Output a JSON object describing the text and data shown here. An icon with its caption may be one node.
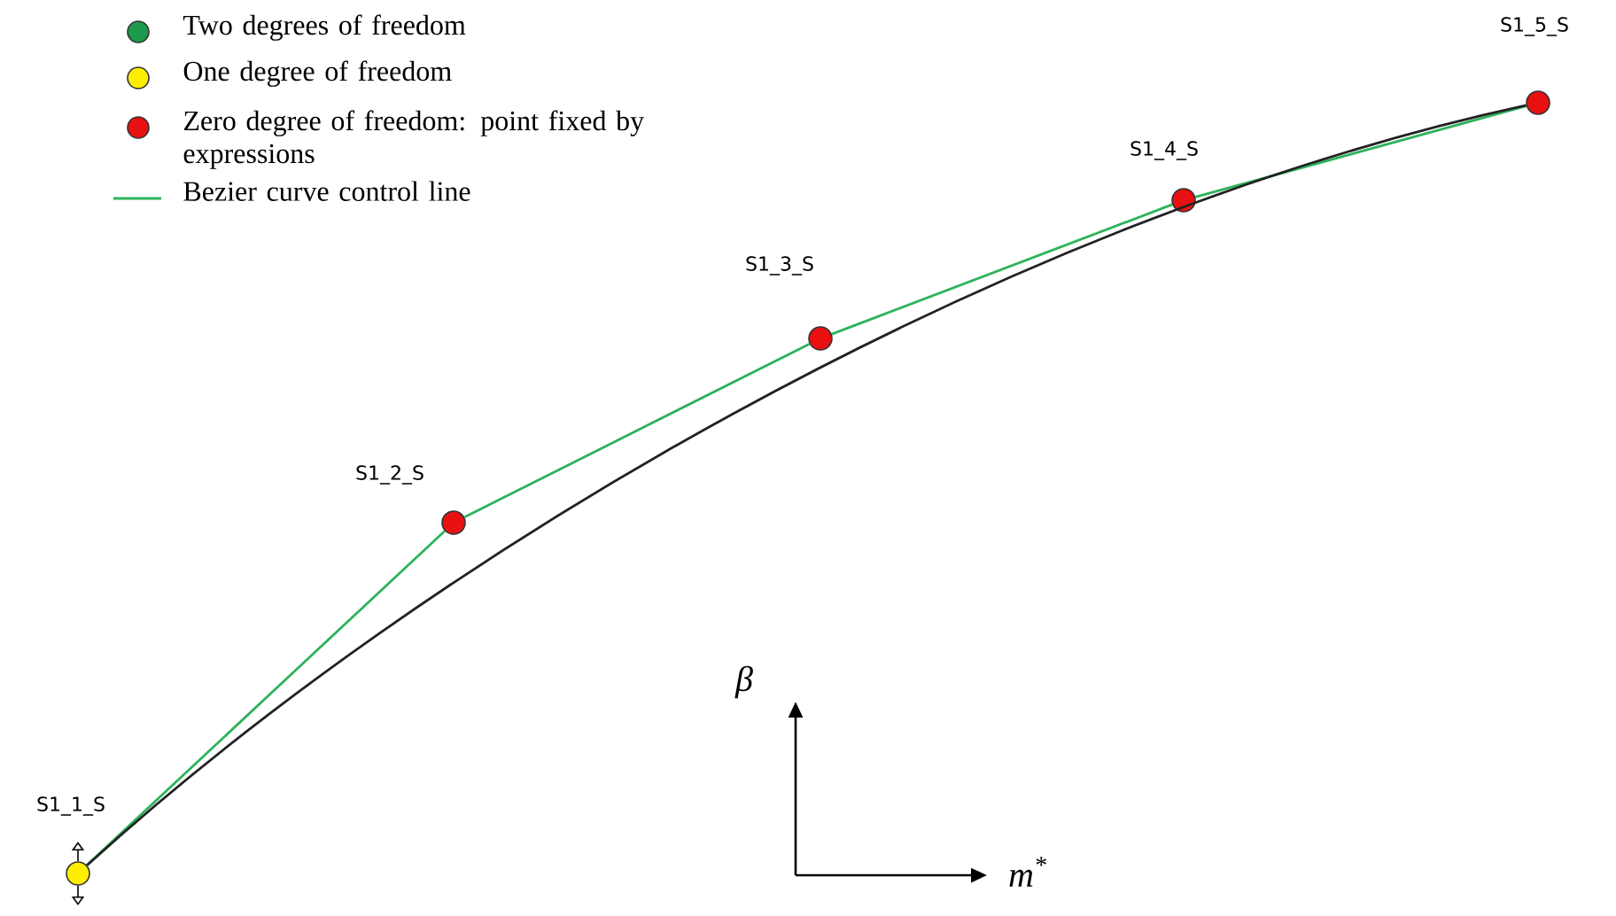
{
  "diagram": {
    "nodes": [
      {
        "text": [],
        "shape": "circle",
        "beside": [
          "S1_1_S"
        ]
      },
      {
        "text": [],
        "shape": "circle",
        "beside": [
          "S1_2_S"
        ]
      },
      {
        "text": [],
        "shape": "circle",
        "beside": [
          "S1_3_S"
        ]
      },
      {
        "text": [],
        "shape": "circle",
        "beside": [
          "S1_4_S"
        ]
      },
      {
        "text": [],
        "shape": "circle",
        "beside": [
          "S1_5_S"
        ]
      }
    ],
    "edges": [
      {
        "from": 0,
        "to": 1,
        "arrow": "none"
      },
      {
        "from": 1,
        "to": 2,
        "arrow": "none"
      },
      {
        "from": 2,
        "to": 3,
        "arrow": "none"
      },
      {
        "from": 3,
        "to": 4,
        "arrow": "none"
      },
      {
        "from": 0,
        "to": 4,
        "arrow": "none",
        "color": "#222222"
      }
    ],
    "labels": [
      "β",
      "m$^{*}$"
    ],
    "legend": [
      {
        "text": "Two degrees of freedom",
        "color": "#1a9a4a"
      },
      {
        "text": "One degree of freedom",
        "color": "#ffee00"
      },
      {
        "text": "Zero degree of freedom: point fixed by expressions",
        "color": "#e81010"
      },
      {
        "text": "Bezier curve control line"
      }
    ]
  }
}
